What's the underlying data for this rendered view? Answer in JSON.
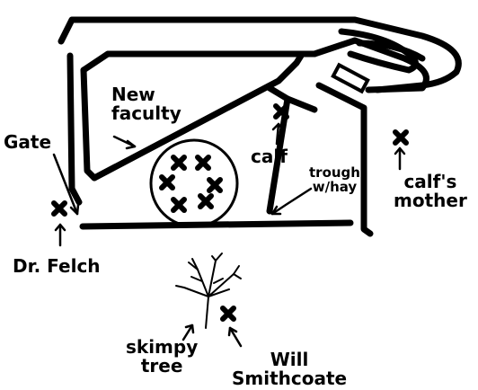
{
  "labels": {
    "new_faculty": [
      "New",
      "faculty"
    ],
    "gate": "Gate",
    "calf": "calf",
    "trough": [
      "trough",
      "w/hay"
    ],
    "calfs_mother": [
      "calf's",
      "mother"
    ],
    "dr_felch": "Dr. Felch",
    "skimpy_tree": [
      "skimpy",
      "tree"
    ],
    "will_smithcoate": [
      "Will",
      "Smithcoate"
    ]
  },
  "colors": {
    "ink": "#000000",
    "background": "#ffffff"
  }
}
